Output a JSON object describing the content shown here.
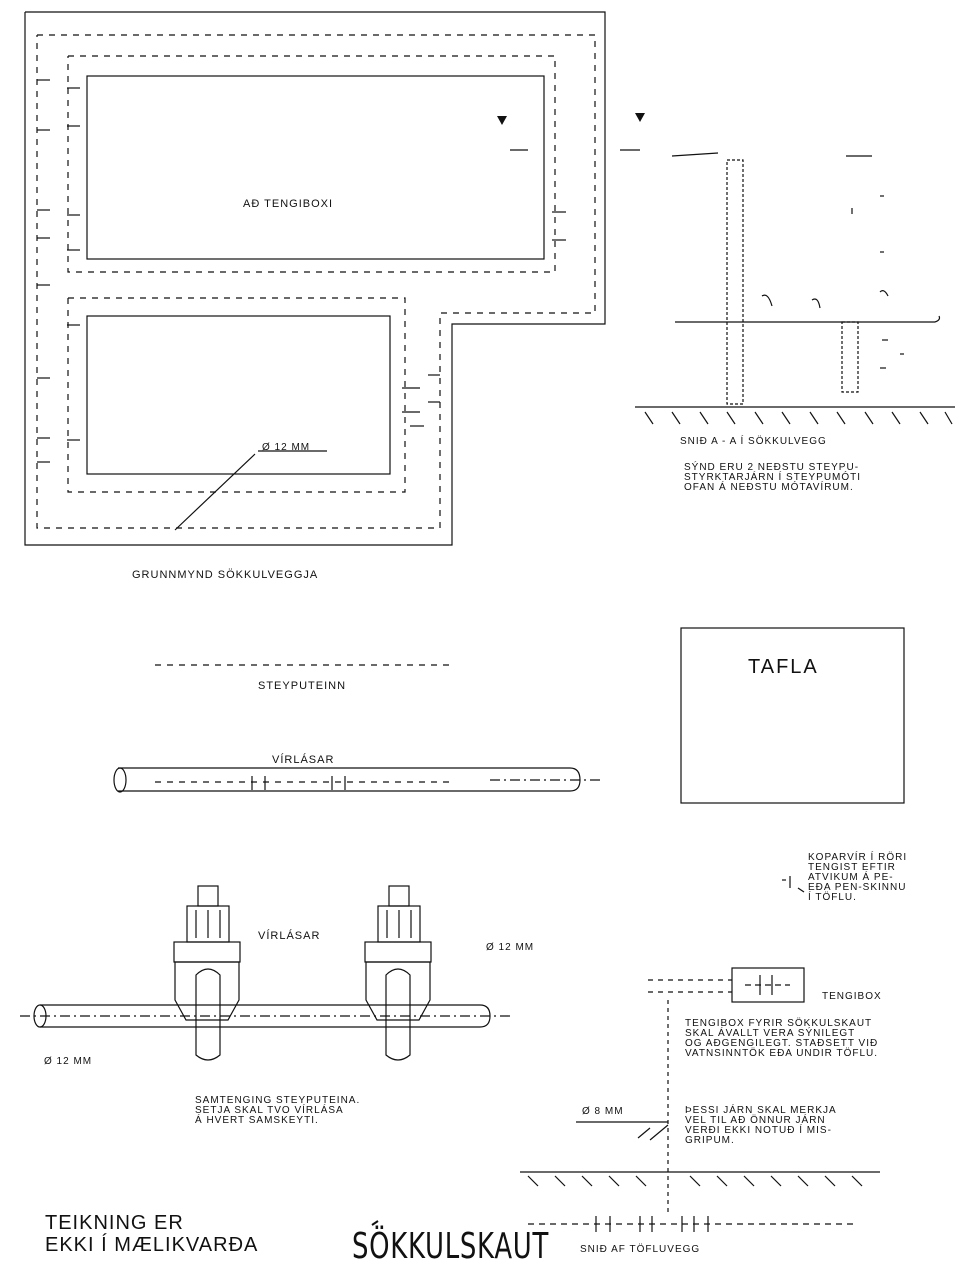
{
  "labels": {
    "ad_tengiboxi": "AÐ TENGIBOXI",
    "dia_12mm_plan": "Ø 12 MM",
    "grunnmynd": "GRUNNMYND SÖKKULVEGGJA",
    "snid_aa": "SNIÐ A - A Í SÖKKULVEGG",
    "synd_eru": "SÝND ERU 2 NEÐSTU STEYPU-\nSTYRKTARJÁRN Í STEYPUMÓTI\nOFAN Á NEÐSTU MÓTAVÍRUM.",
    "steyputeinn": "STEYPUTEINN",
    "virlasar_top": "VÍRLÁSAR",
    "tafla": "TAFLA",
    "koparvir": "KOPARVÍR Í RÖRI\nTENGIST EFTIR\nATVIKUM Á PE-\nEÐA PEN-SKINNU\nÍ TÖFLU.",
    "virlasar_detail": "VÍRLÁSAR",
    "dia_12mm_a": "Ø 12 MM",
    "dia_12mm_b": "Ø 12 MM",
    "tengibox": "TENGIBOX",
    "tengibox_note": "TENGIBOX FYRIR SÖKKULSKAUT\nSKAL ÁVALLT VERA SÝNILEGT\nOG AÐGENGILEGT. STAÐSETT VIÐ\nVATNSINNTÖK EÐA UNDIR TÖFLU.",
    "samtenging": "SAMTENGING STEYPUTEINA.\nSETJA SKAL TVO VÍRLÁSA\nÁ HVERT SAMSKEYTI.",
    "dia_8mm": "Ø 8 MM",
    "thessi_jarn": "ÞESSI JÁRN SKAL MERKJA\nVEL TIL AÐ ÖNNUR JÁRN\nVERÐI EKKI NOTUÐ Í MIS-\nGRIPUM.",
    "teikning": "TEIKNING ER\nEKKI Í MÆLIKVARÐA",
    "title": "SÖKKULSKAUT",
    "snid_tofluvegg": "SNIÐ AF TÖFLUVEGG"
  },
  "colors": {
    "ink": "#111111",
    "paper": "#ffffff"
  }
}
